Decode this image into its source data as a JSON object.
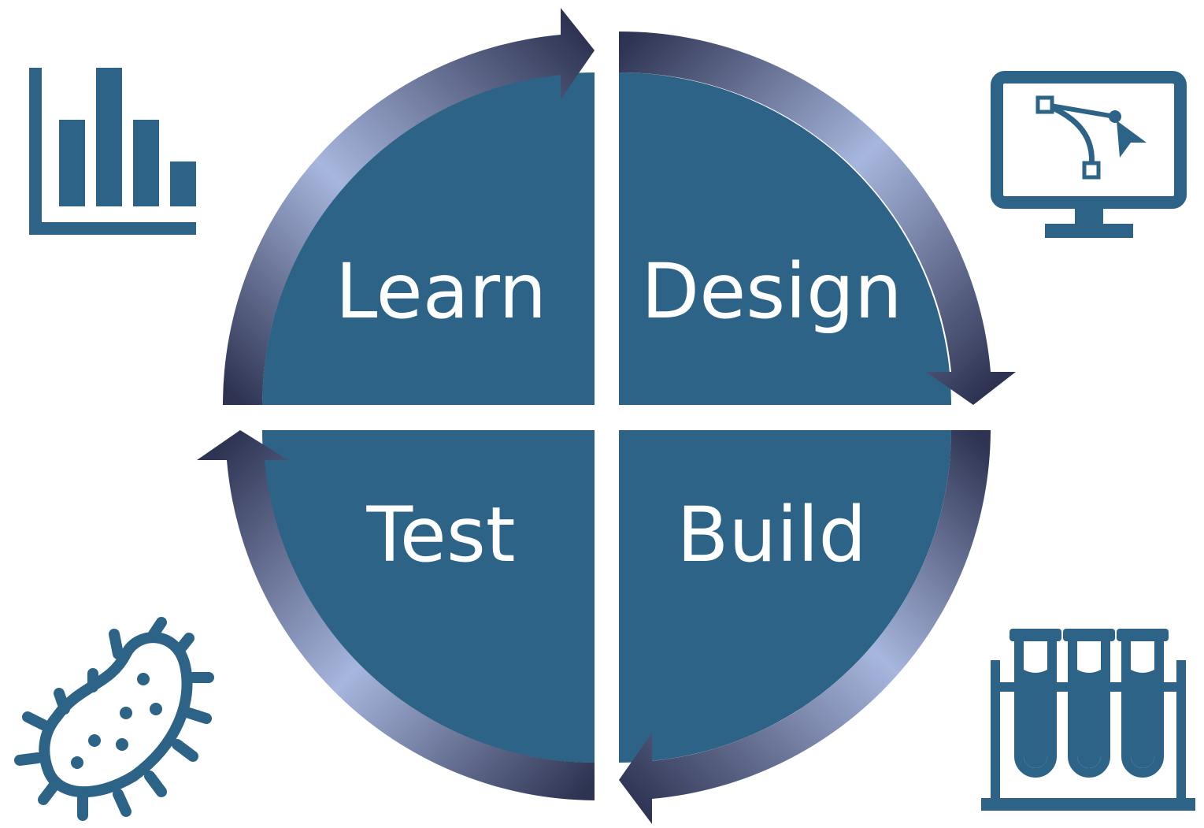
{
  "colors": {
    "quadrant_fill": "#2c6387",
    "icon_color": "#2c6387",
    "arrow_light": "#a7b6dd",
    "arrow_dark": "#2e3352",
    "label_color": "#ffffff"
  },
  "cycle": {
    "quadrants": [
      {
        "label": "Learn"
      },
      {
        "label": "Design"
      },
      {
        "label": "Build"
      },
      {
        "label": "Test"
      }
    ]
  },
  "icons": [
    {
      "name": "bar-chart-icon"
    },
    {
      "name": "design-monitor-icon"
    },
    {
      "name": "bacteria-icon"
    },
    {
      "name": "test-tubes-icon"
    }
  ]
}
